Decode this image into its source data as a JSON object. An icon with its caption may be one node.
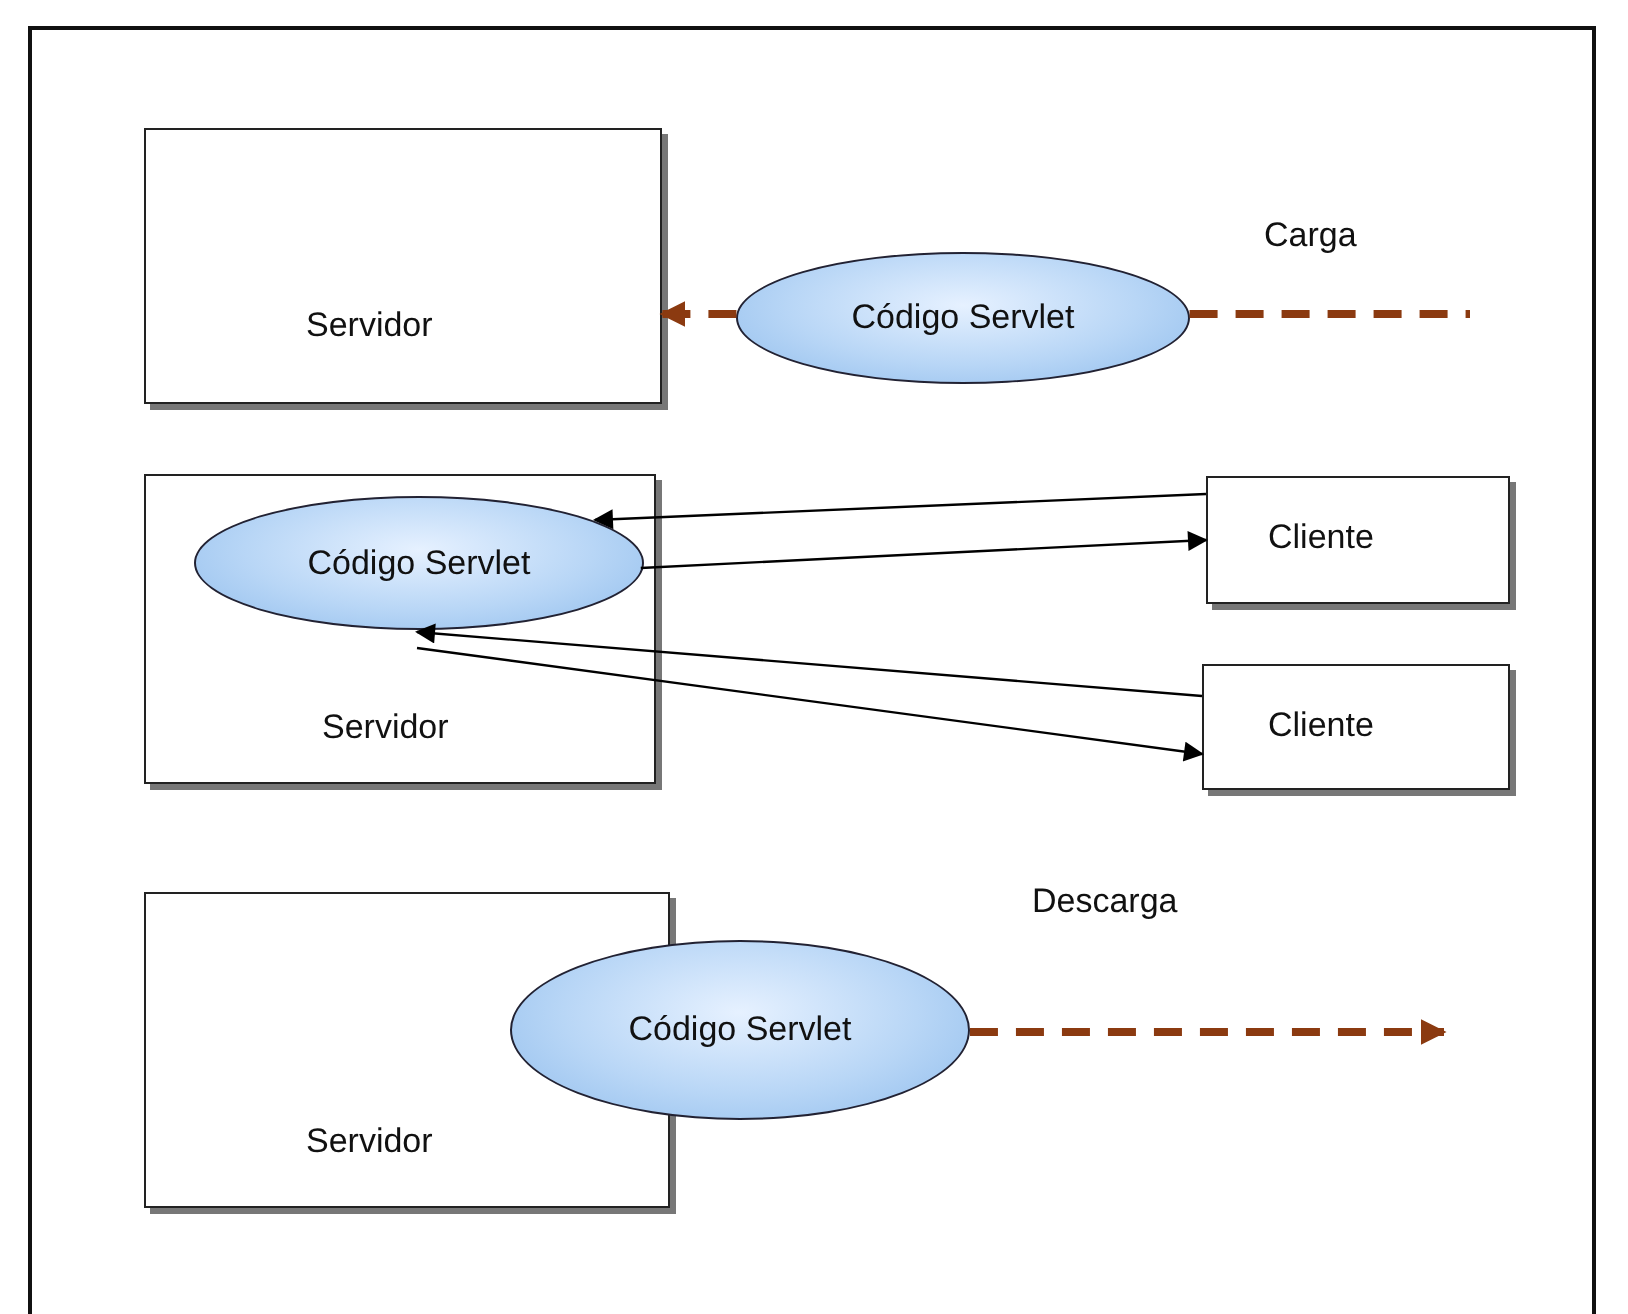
{
  "diagram": {
    "nodes": [
      {
        "text": [
          "Servidor"
        ]
      },
      {
        "text": [
          "Código Servlet"
        ]
      },
      {
        "text": [
          "Servidor"
        ]
      },
      {
        "text": [
          "Código Servlet"
        ],
        "in": 2
      },
      {
        "text": [
          "Cliente"
        ]
      },
      {
        "text": [
          "Cliente"
        ]
      },
      {
        "text": [
          "Servidor"
        ]
      },
      {
        "text": [
          "Código Servlet"
        ]
      }
    ],
    "edges": [
      {
        "from": 1,
        "to": 0,
        "arrow": "to",
        "style": "dashed",
        "color": "#8b3a10"
      },
      {
        "from": 1,
        "to": null,
        "arrow": "none",
        "label": "Carga",
        "style": "dashed",
        "color": "#8b3a10"
      },
      {
        "from": 4,
        "to": 3,
        "arrow": "to"
      },
      {
        "from": 3,
        "to": 4,
        "arrow": "to"
      },
      {
        "from": 5,
        "to": 3,
        "arrow": "to"
      },
      {
        "from": 3,
        "to": 5,
        "arrow": "to"
      },
      {
        "from": 7,
        "to": null,
        "arrow": "to",
        "label": "Descarga",
        "style": "dashed",
        "color": "#8b3a10"
      }
    ]
  }
}
